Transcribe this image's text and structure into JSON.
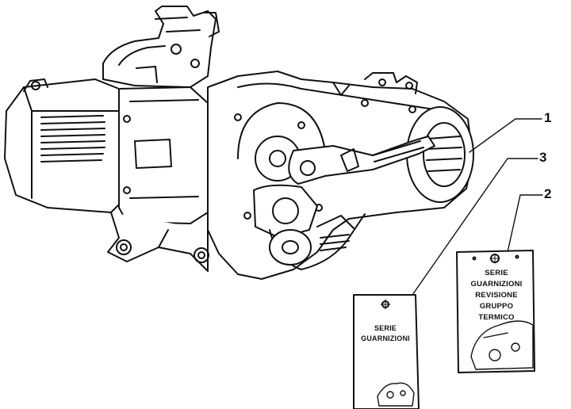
{
  "callouts": {
    "c1": "1",
    "c2": "2",
    "c3": "3"
  },
  "card_small": {
    "line1": "SERIE",
    "line2": "GUARNIZIONI"
  },
  "card_large": {
    "line1": "SERIE",
    "line2": "GUARNIZIONI",
    "line3": "REVISIONE",
    "line4": "GRUPPO",
    "line5": "TERMICO"
  },
  "colors": {
    "ink": "#111111",
    "paper": "#ffffff"
  },
  "icons": {
    "engine": "engine-exploded-drawing",
    "gasket": "gasket-sketch-icon",
    "logo": "piaggio-logo-icon"
  }
}
